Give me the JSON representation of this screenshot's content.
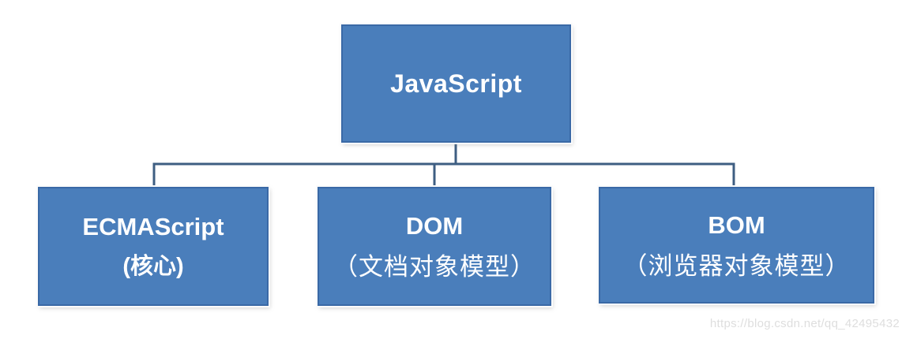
{
  "colors": {
    "background": "#ffffff",
    "box_fill": "#4a7ebb",
    "box_border": "#3a69a6",
    "connector": "#3e5e82",
    "text_color": "#ffffff",
    "watermark_color": "#dedede"
  },
  "diagram": {
    "root": {
      "label": "JavaScript"
    },
    "children": [
      {
        "title": "ECMAScript",
        "subtitle": "(核心)"
      },
      {
        "title": "DOM",
        "subtitle": "（文档对象模型）"
      },
      {
        "title": "BOM",
        "subtitle": "（浏览器对象模型）"
      }
    ]
  },
  "watermark": {
    "text": "https://blog.csdn.net/qq_42495432"
  }
}
